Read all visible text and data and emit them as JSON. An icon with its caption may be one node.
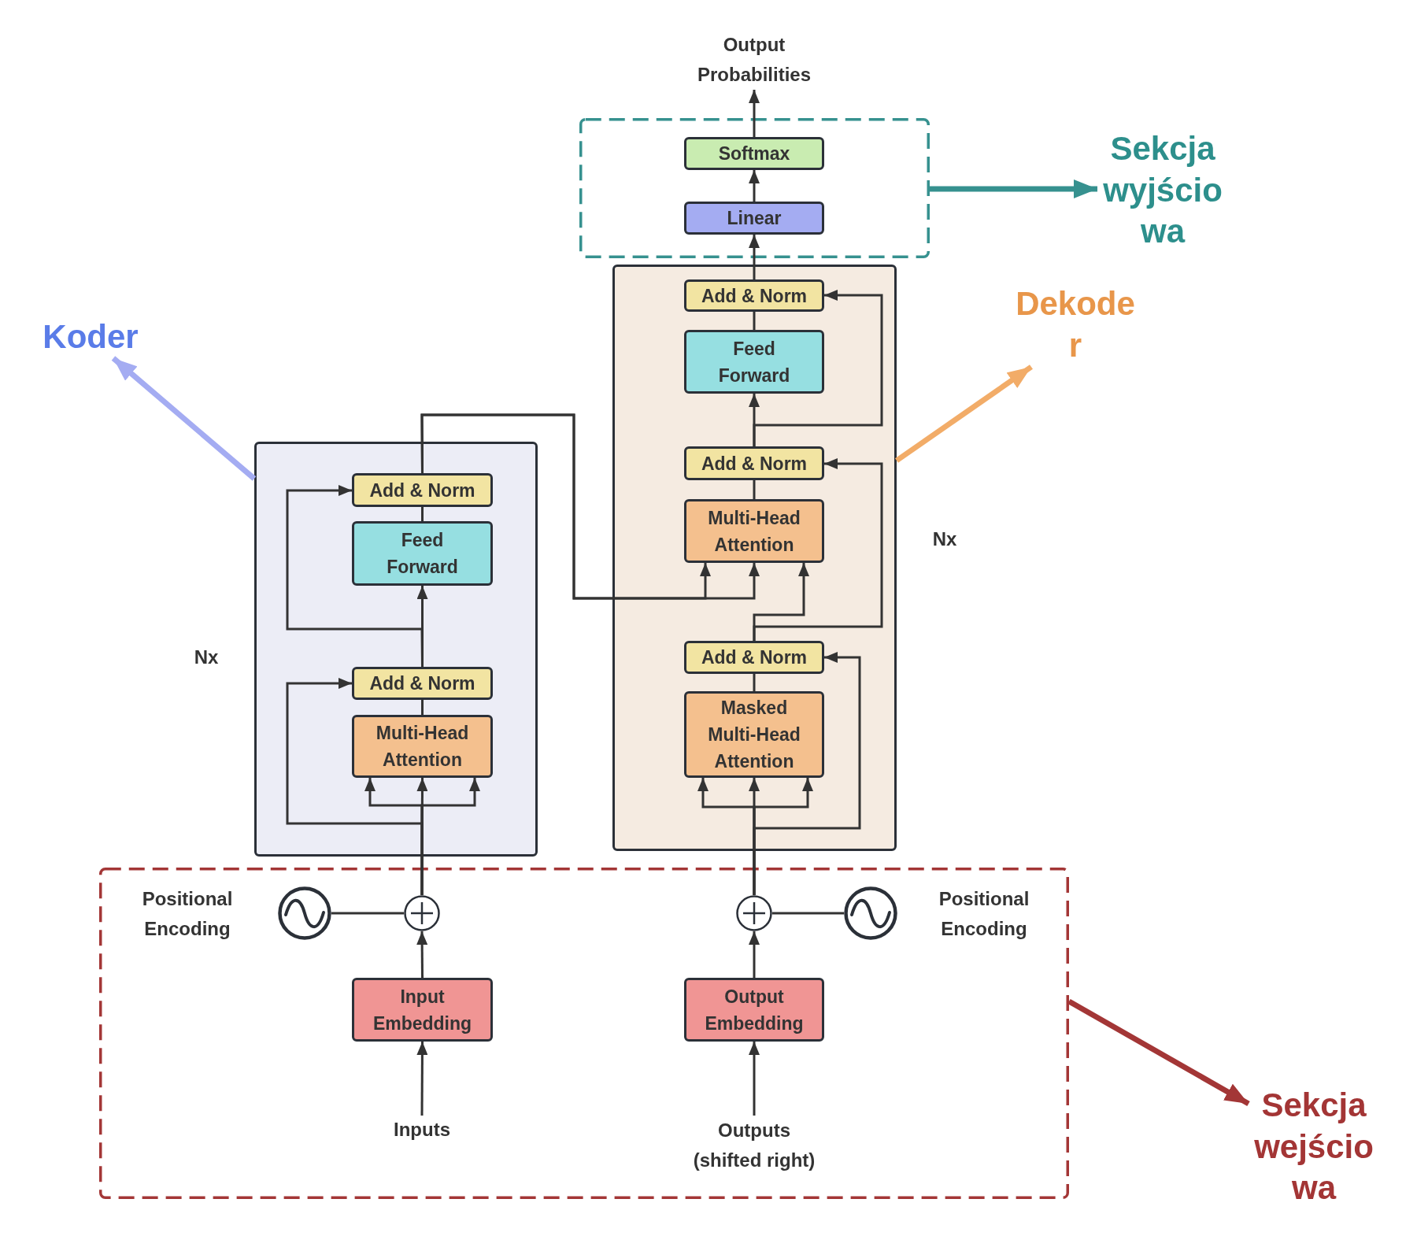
{
  "diagram": {
    "nodes": [
      {
        "text": [
          "Output Probabilities"
        ]
      },
      {
        "text": [],
        "shape": "box"
      },
      {
        "text": [
          "Softmax"
        ],
        "in": 1
      },
      {
        "text": [
          "Linear"
        ],
        "in": 1
      },
      {
        "text": [
          "Sekcja wyjściowa"
        ]
      },
      {
        "text": [
          "Dekoder"
        ]
      },
      {
        "text": [
          "Koder"
        ]
      },
      {
        "text": [],
        "shape": "box",
        "beside": [
          "Nx"
        ]
      },
      {
        "text": [
          "Add & Norm"
        ],
        "in": 7
      },
      {
        "text": [
          "Feed Forward"
        ],
        "in": 7
      },
      {
        "text": [
          "Add & Norm"
        ],
        "in": 7
      },
      {
        "text": [
          "Multi-Head Attention"
        ],
        "in": 7
      },
      {
        "text": [
          "Add & Norm"
        ],
        "in": 7
      },
      {
        "text": [
          "Masked Multi-Head Attention"
        ],
        "in": 7
      },
      {
        "text": [],
        "shape": "box",
        "beside": [
          "Nx"
        ]
      },
      {
        "text": [
          "Add & Norm"
        ],
        "in": 14
      },
      {
        "text": [
          "Feed Forward"
        ],
        "in": 14
      },
      {
        "text": [
          "Add & Norm"
        ],
        "in": 14
      },
      {
        "text": [
          "Multi-Head Attention"
        ],
        "in": 14
      },
      {
        "text": [],
        "shape": "box"
      },
      {
        "text": [],
        "shape": "circle",
        "beside": [
          "Positional Encoding"
        ],
        "in": 19
      },
      {
        "text": [],
        "shape": "circle",
        "in": 19
      },
      {
        "text": [],
        "shape": "circle",
        "in": 19
      },
      {
        "text": [],
        "shape": "circle",
        "beside": [
          "Positional Encoding"
        ],
        "in": 19
      },
      {
        "text": [
          "Input Embedding"
        ],
        "in": 19
      },
      {
        "text": [
          "Output Embedding"
        ],
        "in": 19
      },
      {
        "text": [
          "Inputs"
        ],
        "in": 19
      },
      {
        "text": [
          "Outputs (shifted right)"
        ],
        "in": 19
      },
      {
        "text": [
          "Sekcja wejściowa"
        ]
      }
    ],
    "edges": [
      {
        "from": 2,
        "to": 0,
        "arrow": "to"
      },
      {
        "from": 3,
        "to": 2,
        "arrow": "to"
      },
      {
        "from": 8,
        "to": 3,
        "arrow": "to"
      },
      {
        "from": 1,
        "to": 4,
        "arrow": "to",
        "style": "thick",
        "color": "#36918f"
      },
      {
        "from": 7,
        "to": 5,
        "arrow": "to",
        "style": "thick",
        "color": "#f2ac68"
      },
      {
        "from": 14,
        "to": 6,
        "arrow": "to",
        "style": "thick",
        "color": "#a4acf2"
      },
      {
        "from": 19,
        "to": 28,
        "arrow": "to",
        "style": "thick",
        "color": "#a33636"
      },
      {
        "from": 9,
        "to": 8,
        "arrow": "none"
      },
      {
        "from": 10,
        "to": 9,
        "arrow": "to"
      },
      {
        "from": 10,
        "to": 8,
        "arrow": "to"
      },
      {
        "from": 11,
        "to": 10,
        "arrow": "none"
      },
      {
        "from": 12,
        "to": 11,
        "arrow": "to"
      },
      {
        "from": 12,
        "to": 10,
        "arrow": "to"
      },
      {
        "from": 15,
        "to": 11,
        "arrow": "to"
      },
      {
        "from": 15,
        "to": 11,
        "arrow": "to"
      },
      {
        "from": 13,
        "to": 12,
        "arrow": "none"
      },
      {
        "from": 22,
        "to": 13,
        "arrow": "to"
      },
      {
        "from": 22,
        "to": 13,
        "arrow": "to"
      },
      {
        "from": 22,
        "to": 13,
        "arrow": "to"
      },
      {
        "from": 22,
        "to": 12,
        "arrow": "to"
      },
      {
        "from": 16,
        "to": 15,
        "arrow": "none"
      },
      {
        "from": 17,
        "to": 16,
        "arrow": "to"
      },
      {
        "from": 17,
        "to": 15,
        "arrow": "to"
      },
      {
        "from": 18,
        "to": 17,
        "arrow": "none"
      },
      {
        "from": 21,
        "to": 18,
        "arrow": "to"
      },
      {
        "from": 21,
        "to": 18,
        "arrow": "to"
      },
      {
        "from": 21,
        "to": 18,
        "arrow": "to"
      },
      {
        "from": 21,
        "to": 17,
        "arrow": "to"
      },
      {
        "from": 24,
        "to": 21,
        "arrow": "to"
      },
      {
        "from": 26,
        "to": 24,
        "arrow": "to"
      },
      {
        "from": 20,
        "to": 21,
        "arrow": "none"
      },
      {
        "from": 25,
        "to": 22,
        "arrow": "to"
      },
      {
        "from": 27,
        "to": 25,
        "arrow": "to"
      },
      {
        "from": 23,
        "to": 22,
        "arrow": "none"
      }
    ]
  }
}
